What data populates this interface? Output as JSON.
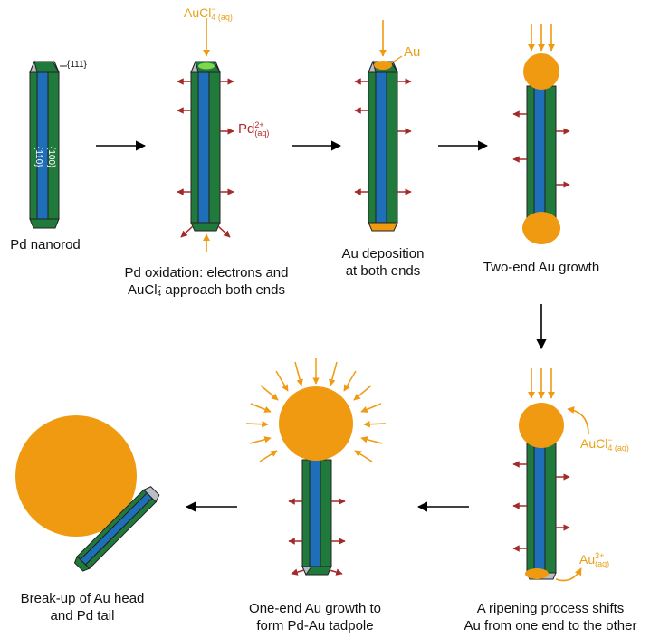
{
  "colors": {
    "green": "#1f7a3c",
    "blue": "#1f6fb8",
    "gold": "#f09a12",
    "pd_red": "#a42a2a",
    "cap_gray": "#b9bec4",
    "arrow": "#000000",
    "label_gold": "#e9a019"
  },
  "labels": {
    "facet_111": "{111}",
    "facet_110": "{110}",
    "facet_100": "{100}",
    "aucl_base": "AuCl",
    "aucl_sup": "−",
    "aucl_sub": "4 (aq)",
    "pd_base": "Pd",
    "pd_sup": "2+",
    "pd_sub": "(aq)",
    "au": "Au",
    "aucl2_base": "AuCl",
    "aucl2_sup": "−",
    "aucl2_sub": "4 (aq)",
    "au3_base": "Au",
    "au3_sup": "3+",
    "au3_sub": "(aq)"
  },
  "captions": {
    "pd_nanorod": "Pd nanorod",
    "oxidation_line1": "Pd oxidation: electrons and",
    "oxidation_line2_a": "AuCl",
    "oxidation_line2_sub": "4",
    "oxidation_line2_sup": "−",
    "oxidation_line2_b": " approach both ends",
    "deposition_line1": "Au deposition",
    "deposition_line2": "at both ends",
    "two_end": "Two-end Au growth",
    "ripening_line1": "A ripening process shifts",
    "ripening_line2": "Au from one end to the other",
    "one_end_line1": "One-end Au growth to",
    "one_end_line2": "form Pd-Au tadpole",
    "breakup_line1": "Break-up of Au head",
    "breakup_line2": "and Pd tail"
  }
}
